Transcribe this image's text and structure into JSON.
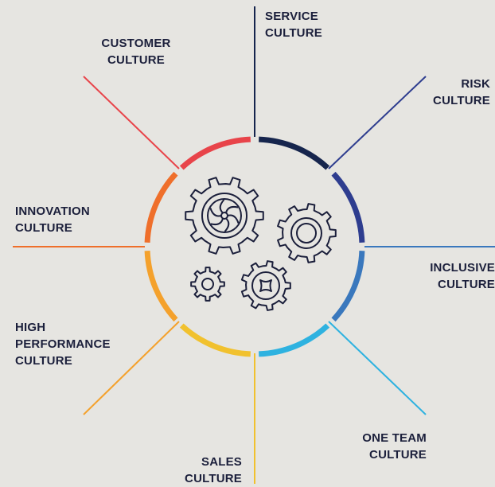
{
  "diagram": {
    "segments": [
      {
        "name": "service",
        "lines": [
          "SERVICE",
          "CULTURE"
        ],
        "color": "#16254d"
      },
      {
        "name": "risk",
        "lines": [
          "RISK",
          "CULTURE"
        ],
        "color": "#2e3d8f"
      },
      {
        "name": "inclusive",
        "lines": [
          "INCLUSIVE",
          "CULTURE"
        ],
        "color": "#3a78bd"
      },
      {
        "name": "one-team",
        "lines": [
          "ONE TEAM",
          "CULTURE"
        ],
        "color": "#2eb2e0"
      },
      {
        "name": "sales",
        "lines": [
          "SALES",
          "CULTURE"
        ],
        "color": "#f1c12e"
      },
      {
        "name": "high-performance",
        "lines": [
          "HIGH",
          "PERFORMANCE",
          "CULTURE"
        ],
        "color": "#f4a12c"
      },
      {
        "name": "innovation",
        "lines": [
          "INNOVATION",
          "CULTURE"
        ],
        "color": "#ef6f2b"
      },
      {
        "name": "customer",
        "lines": [
          "CUSTOMER",
          "CULTURE"
        ],
        "color": "#e8444a"
      }
    ],
    "center_icon": "gears-icon",
    "background": "#e6e5e1",
    "gear_stroke": "#1b1f3b"
  }
}
